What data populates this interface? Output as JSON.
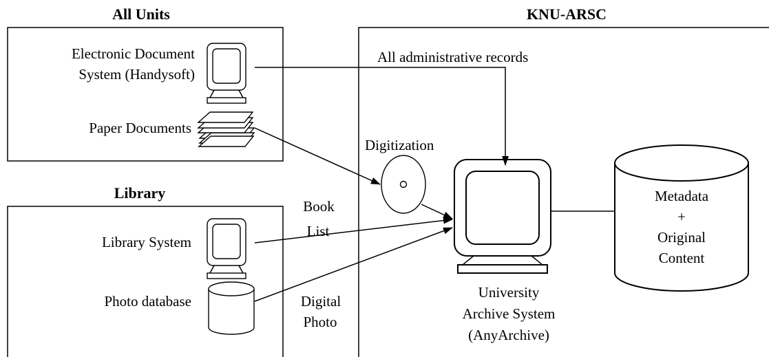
{
  "headers": {
    "all_units": "All Units",
    "knu_arsc": "KNU-ARSC",
    "library": "Library"
  },
  "all_units": {
    "eds_line1": "Electronic Document",
    "eds_line2": "System (Handysoft)",
    "paper": "Paper Documents"
  },
  "library": {
    "library_system": "Library System",
    "photo_database": "Photo database"
  },
  "knu": {
    "admin_records": "All administrative records",
    "digitization": "Digitization",
    "book_list_1": "Book",
    "book_list_2": "List",
    "digital_photo_1": "Digital",
    "digital_photo_2": "Photo",
    "archive_1": "University",
    "archive_2": "Archive System",
    "archive_3": "(AnyArchive)",
    "db_1": "Metadata",
    "db_2": "+",
    "db_3": "Original",
    "db_4": "Content"
  },
  "icons": [
    "computer-icon",
    "paper-stack-icon",
    "database-icon",
    "cd-disc-icon"
  ],
  "colors": {
    "ink": "#000000",
    "background": "#ffffff"
  }
}
